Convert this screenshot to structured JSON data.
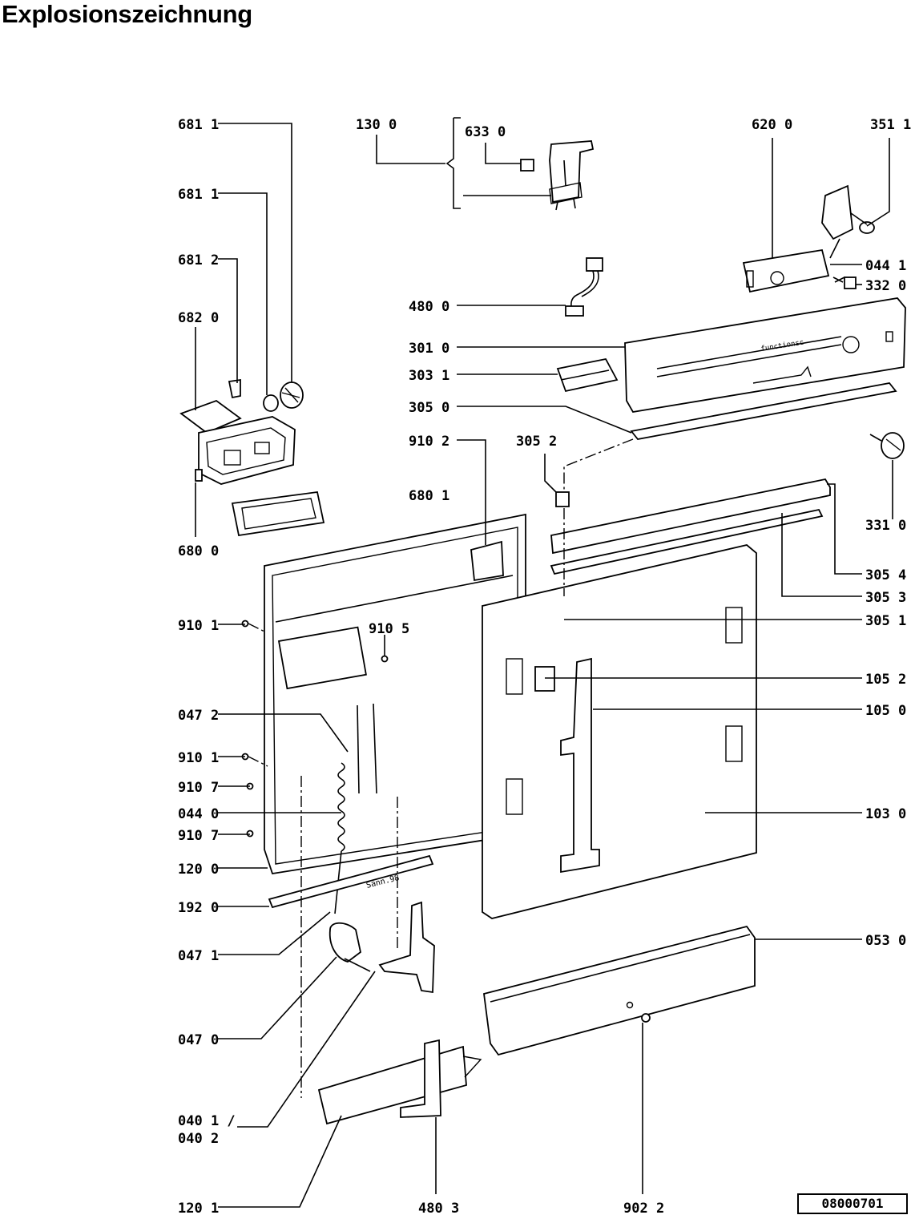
{
  "title": "Explosionszeichnung",
  "drawing_code": "08000701",
  "panel_text": "Sann.98",
  "labels": {
    "l681_1a": "681 1",
    "l681_1b": "681 1",
    "l681_2": "681 2",
    "l682_0": "682 0",
    "l680_0": "680 0",
    "l130_0": "130 0",
    "l633_0": "633 0",
    "l620_0": "620 0",
    "l351_1": "351 1",
    "l044_1": "044 1",
    "l332_0": "332 0",
    "l480_0": "480 0",
    "l301_0": "301 0",
    "l303_1": "303 1",
    "l305_0": "305 0",
    "l910_2": "910 2",
    "l305_2": "305 2",
    "l680_1": "680 1",
    "l331_0": "331 0",
    "l305_4": "305 4",
    "l305_3": "305 3",
    "l305_1": "305 1",
    "l910_1a": "910 1",
    "l910_5": "910 5",
    "l105_2": "105 2",
    "l105_0": "105 0",
    "l047_2": "047 2",
    "l910_1b": "910 1",
    "l910_7a": "910 7",
    "l044_0": "044 0",
    "l910_7b": "910 7",
    "l103_0": "103 0",
    "l120_0": "120 0",
    "l192_0": "192 0",
    "l047_1": "047 1",
    "l053_0": "053 0",
    "l047_0": "047 0",
    "l040_1": "040 1 /",
    "l040_2": "040 2",
    "l120_1": "120 1",
    "l480_3": "480 3",
    "l902_2": "902 2"
  }
}
